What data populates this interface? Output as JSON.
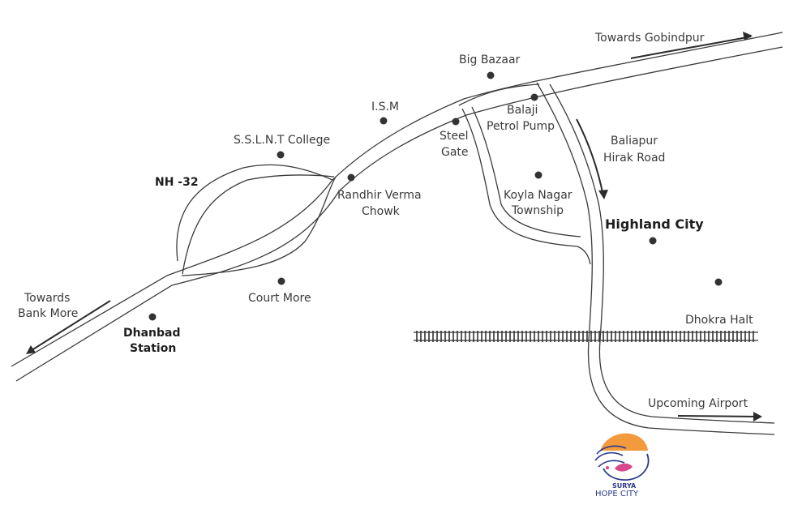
{
  "map": {
    "road_labels": {
      "nh32": "NH -32",
      "baliapur_line1": "Baliapur",
      "baliapur_line2": "Hirak Road"
    },
    "directions": {
      "gobindpur": "Towards Gobindpur",
      "bank_more_line1": "Towards",
      "bank_more_line2": "Bank More",
      "airport": "Upcoming Airport"
    },
    "landmarks": {
      "big_bazaar": "Big Bazaar",
      "ism": "I.S.M",
      "sslnt_college": "S.S.L.N.T College",
      "balaji_line1": "Balaji",
      "balaji_line2": "Petrol Pump",
      "steel_gate_line1": "Steel",
      "steel_gate_line2": "Gate",
      "randhir_line1": "Randhir Verma",
      "randhir_line2": "Chowk",
      "koyla_line1": "Koyla Nagar",
      "koyla_line2": "Township",
      "court_more": "Court More",
      "dhanbad_line1": "Dhanbad",
      "dhanbad_line2": "Station",
      "highland_city": "Highland City",
      "dhokra_halt": "Dhokra Halt"
    },
    "logo": {
      "brand_top": "SURYA",
      "brand_bottom": "HOPE CITY"
    },
    "colors": {
      "road_outline": "#3a3a3a",
      "text": "#3a3a3a",
      "rail": "#333333",
      "logo_sun": "#f39a3c",
      "logo_waves": "#2b3a8a",
      "logo_accent": "#d9488c"
    }
  }
}
